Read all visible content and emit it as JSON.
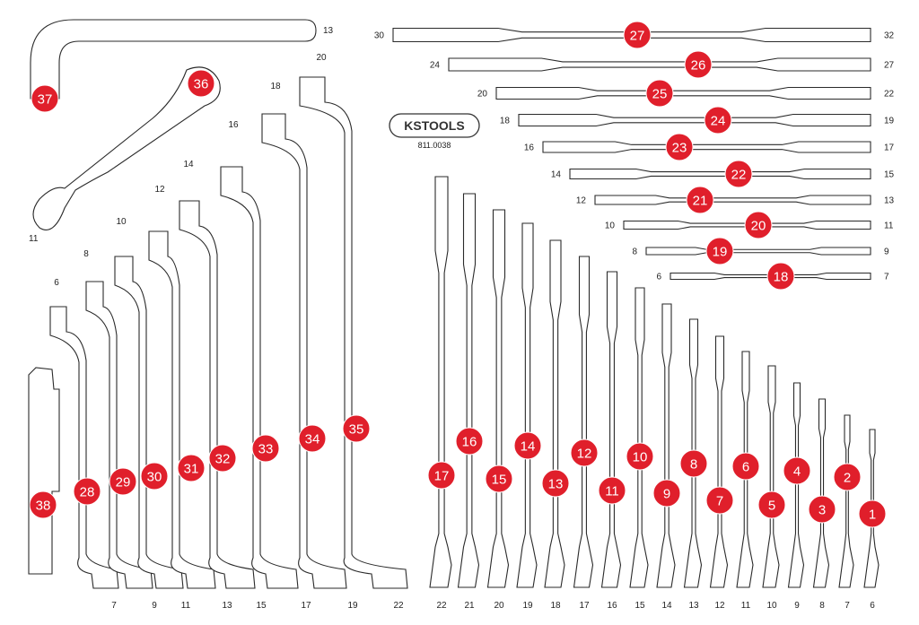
{
  "logo": {
    "brand": "KSTOOLS",
    "article": "811.0038"
  },
  "lwrench": {
    "badge": "37",
    "size": "13"
  },
  "ringwrench": {
    "badge": "36",
    "size": "11"
  },
  "flat_spanners": [
    {
      "badge": "27",
      "left": "30",
      "right": "32"
    },
    {
      "badge": "26",
      "left": "24",
      "right": "27"
    },
    {
      "badge": "25",
      "left": "20",
      "right": "22"
    },
    {
      "badge": "24",
      "left": "18",
      "right": "19"
    },
    {
      "badge": "23",
      "left": "16",
      "right": "17"
    },
    {
      "badge": "22",
      "left": "14",
      "right": "15"
    },
    {
      "badge": "21",
      "left": "12",
      "right": "13"
    },
    {
      "badge": "20",
      "left": "10",
      "right": "11"
    },
    {
      "badge": "19",
      "left": "8",
      "right": "9"
    },
    {
      "badge": "18",
      "left": "6",
      "right": "7"
    }
  ],
  "vertical_spanners": [
    {
      "badge": "17",
      "bottom": "22"
    },
    {
      "badge": "16",
      "bottom": "21"
    },
    {
      "badge": "15",
      "bottom": "20"
    },
    {
      "badge": "14",
      "bottom": "19"
    },
    {
      "badge": "13",
      "bottom": "18"
    },
    {
      "badge": "12",
      "bottom": "17"
    },
    {
      "badge": "11",
      "bottom": "16"
    },
    {
      "badge": "10",
      "bottom": "15"
    },
    {
      "badge": "9",
      "bottom": "14"
    },
    {
      "badge": "8",
      "bottom": "13"
    },
    {
      "badge": "7",
      "bottom": "12"
    },
    {
      "badge": "6",
      "bottom": "11"
    },
    {
      "badge": "5",
      "bottom": "10"
    },
    {
      "badge": "4",
      "bottom": "9"
    },
    {
      "badge": "3",
      "bottom": "8"
    },
    {
      "badge": "2",
      "bottom": "7"
    },
    {
      "badge": "1",
      "bottom": "6"
    }
  ],
  "offset_spanners": [
    {
      "badge": "28",
      "top": "6",
      "bottom": "7"
    },
    {
      "badge": "29",
      "top": "8",
      "bottom": "9"
    },
    {
      "badge": "30",
      "top": "10",
      "bottom": "11"
    },
    {
      "badge": "31",
      "top": "12",
      "bottom": "13"
    },
    {
      "badge": "32",
      "top": "14",
      "bottom": "15"
    },
    {
      "badge": "33",
      "top": "16",
      "bottom": "17"
    },
    {
      "badge": "34",
      "top": "18",
      "bottom": "19"
    },
    {
      "badge": "35",
      "top": "20",
      "bottom": "22"
    }
  ],
  "bar": {
    "badge": "38"
  }
}
